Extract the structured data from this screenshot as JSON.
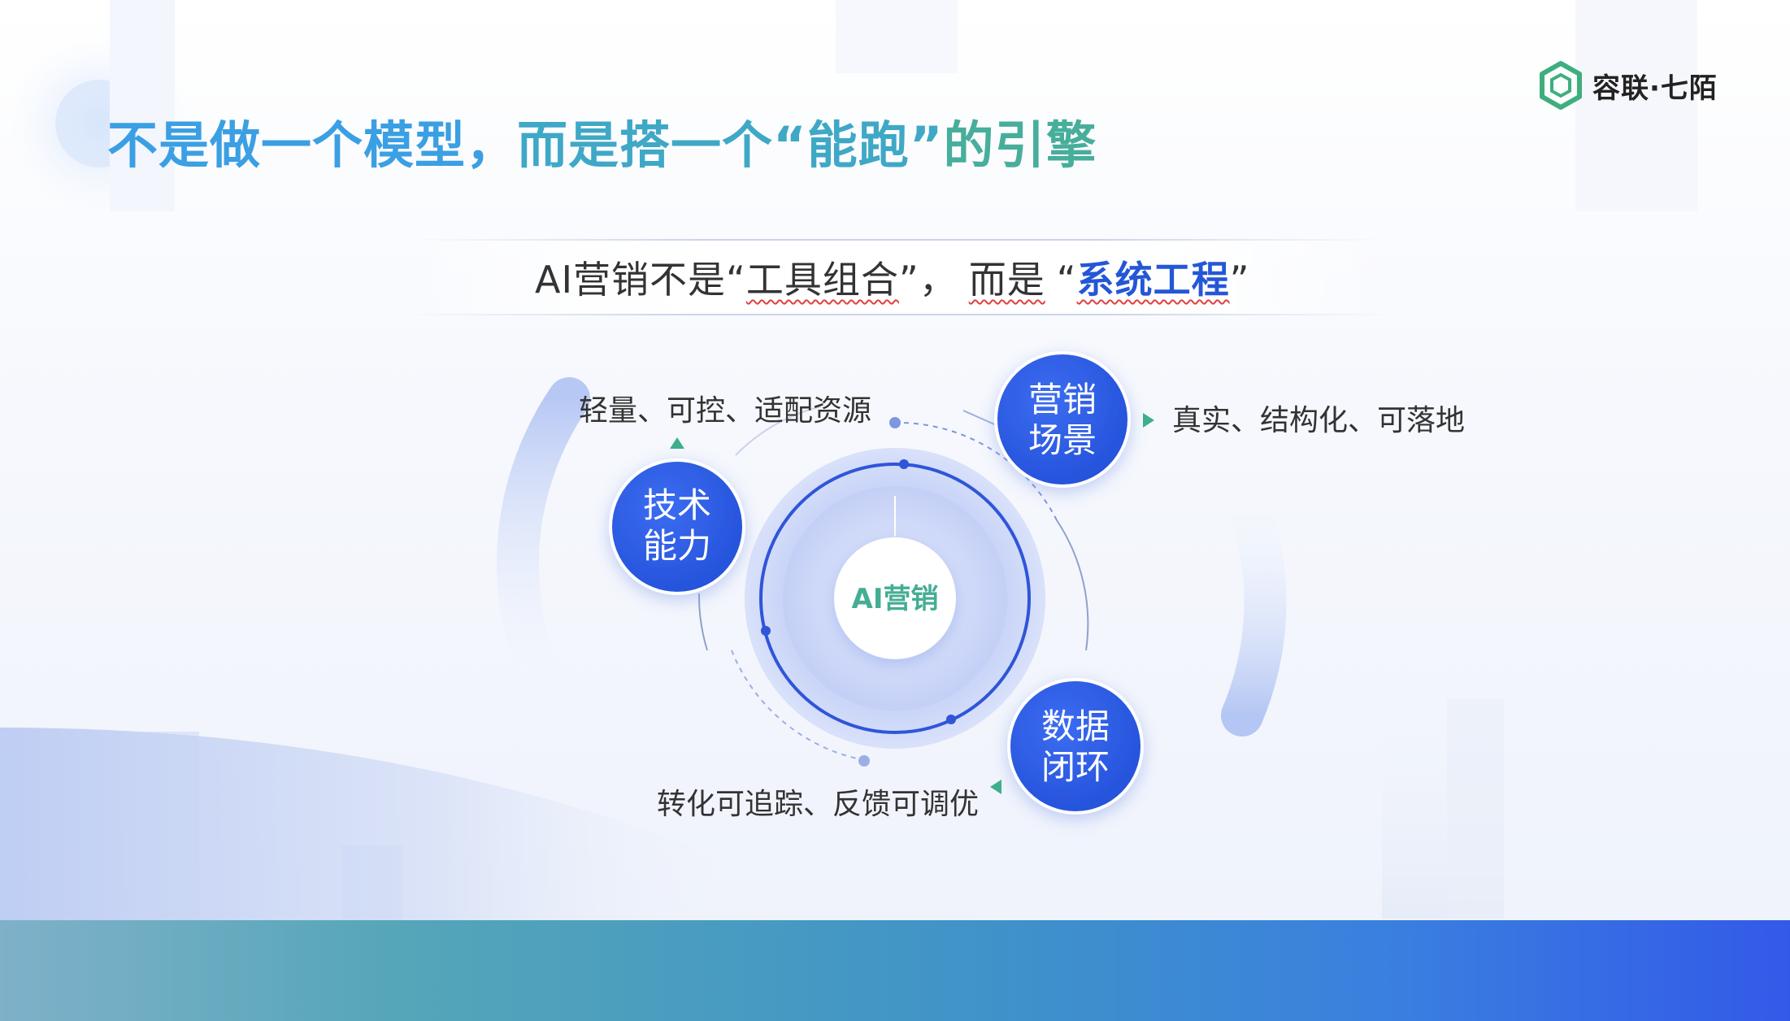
{
  "brand": {
    "logo_text": "容联·七陌",
    "logo_icon": "hexagon-logo-icon",
    "logo_color": "#3fae7e"
  },
  "title": {
    "part_a": "不是做一个模型，",
    "part_b": "而是搭一个“能跑”",
    "part_c": "的引擎"
  },
  "subtitle": {
    "prefix": "AI营销不是“",
    "tools": "工具组合",
    "mid1": "”，",
    "instead": "而是",
    "mid2": "“",
    "system": "系统工程",
    "suffix": "”"
  },
  "diagram": {
    "center": "AI营销",
    "nodes": [
      {
        "id": "tech",
        "line1": "技术",
        "line2": "能力",
        "desc": "轻量、可控、适配资源"
      },
      {
        "id": "scene",
        "line1": "营销",
        "line2": "场景",
        "desc": "真实、结构化、可落地"
      },
      {
        "id": "data",
        "line1": "数据",
        "line2": "闭环",
        "desc": "转化可追踪、反馈可调优"
      }
    ],
    "colors": {
      "node_fill": "#2f5de3",
      "ring": "#2f55d8",
      "arrow": "#3fae8c"
    }
  },
  "footer_band": {
    "colors": [
      "#7fb1c9",
      "#3f93c8",
      "#3359e8"
    ]
  }
}
